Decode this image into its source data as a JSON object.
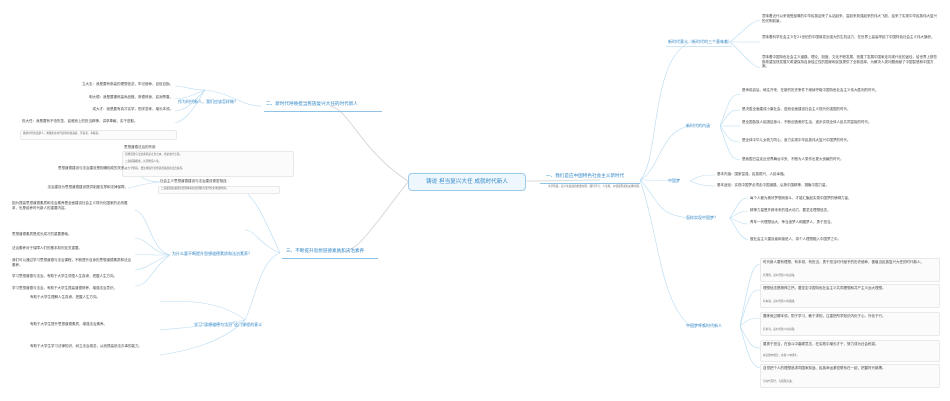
{
  "central_topic": "铸说 担当复兴大任 成就时代新人",
  "branches": {
    "b1": {
      "label": "一、我们是应中国特色社会主义新时代",
      "note": "大学阶段，是人生发展的重要时期，我们学习、人生观、价值观形成的关键时期。",
      "groups": {
        "era": {
          "label": "新时代意义（新时代的三个意味着）",
          "items": [
            "意味着近代以来饱受屈辱的中华民族迎来了从站起来、富起来到强起来的伟大飞跃，迎来了实现中华民族伟大复兴的光明前景。",
            "意味着科学社会主义在21世纪的中国焕发出强大的生机活力，在世界上高高举起了中国特色社会主义伟大旗帜。",
            "意味着中国特色社会主义道路、理论、制度、文化不断发展，拓展了发展中国家走向现代化的途径，给世界上那些既希望加快发展又希望保持自身独立性的国家和民族提供了全新选择，为解决人类问题贡献了中国智慧和中国方案。"
          ]
        },
        "tasks": {
          "label": "新时代的内涵",
          "items": [
            "是承前启后、继往开来、在新的历史条件下继续夺取中国特色社会主义伟大胜利的时代。",
            "是决胜全面建成小康社会、进而全面建设社会主义现代化强国的时代。",
            "是全国各族人民团结奋斗、不断创造美好生活、逐步实现全体人民共同富裕的时代。",
            "是全体中华儿女勠力同心、奋力实现中华民族伟大复兴中国梦的时代。",
            "是我国日益走近世界舞台中央、不断为人类作出更大贡献的时代。"
          ]
        },
        "dream": {
          "label": "中国梦",
          "items": [
            "基本内涵：国家富强、民族振兴、人民幸福。",
            "基本途径：实现中国梦必须走中国道路、弘扬中国精神、凝聚中国力量。"
          ]
        },
        "realize": {
          "label": "怎样实现中国梦？",
          "items": [
            "每个人都为美好梦想而奋斗，才能汇聚起实现中国梦的磅礴力量。",
            "精神力量是开辟未来的强大动力，要坚定理想信念。",
            "青年一代理想远大，争当追梦人和圆梦人，勇于担当。",
            "做社会主义建设者和接班人，将个人理想融入中国梦之中。"
          ]
        },
        "mission": {
          "label": "中国梦呼唤时代新人",
          "items": [
            "时代新人要有理想、有本领、有担当，勇于担当时代赋予的历史使命，做堪当民族复兴大任的时代新人。",
            "理想信念是精神之钙，要坚定中国特色社会主义共同理想和共产主义远大理想。",
            "要练就过硬本领，勤于学习，敏于求知，注重把所学知识内化于心、外化于行。",
            "要勇于担当，在奋斗中磨砺意志，在实践中增长才干，努力成为社会栋梁。",
            "自觉把个人的理想追求同国家前途、民族命运紧密联系在一起，把握时代脉搏。"
          ],
          "notes": [
            "有理想，是时代新人的灵魂。",
            "有本领，是时代新人的基础。",
            "有担当，是时代新人的关键。",
            "在实践中成长，在奋斗中成才。",
            "与时代同行，与祖国共进。"
          ]
        }
      }
    },
    "b2": {
      "label": "二、新时代呼唤担当民族复兴大任的时代新人",
      "sub": "作为时代新人，我们应该怎样做？",
      "items": [
        "立大志：我是要有崇高的理想信念，牢记使命，自信自励。",
        "明大德：我是要锤炼高尚品格，崇德修身，启润青春。",
        "成大才：我是要有真才实学，勤学苦练，增长本领。",
        "担大任：我是要有不怕吃苦、迎难而上的担当精神，讲求奉献，实干进取。"
      ],
      "note": "做新时代的追梦人，勇做走在时代前列的奋进者、开拓者、奉献者。"
    },
    "b3": {
      "label": "三、不断提升思想道德素质和法治素养",
      "info_title": "思想道德法治的作用",
      "info_lines": [
        "思想道德与法治素养是立身之本，也是成才之基。",
        "二者相辅相成，共同塑造人生。",
        "在大学阶段，要注重提升思想道德素质和法治素养。"
      ],
      "link": "社会主义思想道德建设与法治建设紧密相连",
      "link_note": "二者都是推进国家治理体系和治理能力现代化的重要内容。",
      "left_items": [
        "思想道德建设与法治建设是相辅相成的关系。",
        "法治建设为思想道德建设提供制度支撑和法律保障。"
      ],
      "mid_label": "为什么要不断提升思想道德素质和法治素养？",
      "mid_items": [
        "因为提高思想道德素质和法治素养是全面建设社会主义现代化国家的必然要求，也是培养时代新人的重要内容。",
        "思想道德素质是成长成才的重要基础。",
        "法治素养对于保障人们的基本权利至关重要。",
        "我们可以通过学习思想道德与法治课程，不断提升自身的思想道德素质和法治素养。",
        "学习思想道德与法治，有助于大学生领悟人生真谛，把握人生方向。",
        "学习思想道德与法治，有助于大学生提高道德修养，增强法治意识。"
      ],
      "learn_label": "学习“思想道德与法治”这门课程的意义",
      "learn_items": [
        "有助于大学生理解人生真谛，把握人生方向。",
        "有助于大学生提升思想道德素质，增强法治素养。",
        "有助于大学生学习法律知识，树立法治观念，从而提高依法办事的能力。"
      ]
    }
  }
}
